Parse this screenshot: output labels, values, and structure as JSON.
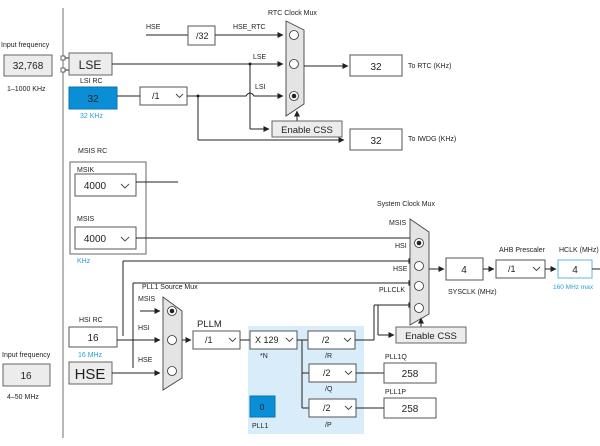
{
  "left_panel": {
    "lse_input": {
      "label": "Input frequency",
      "value": "32,768",
      "range": "1–1000 KHz"
    },
    "hse_input": {
      "label": "Input frequency",
      "value": "16",
      "range": "4–50 MHz"
    }
  },
  "lse": {
    "label": "LSE"
  },
  "lsi": {
    "title": "LSI RC",
    "value": "32",
    "unit": "32 KHz",
    "prescaler": "/1"
  },
  "hse_top": {
    "label": "HSE",
    "divider": "/32",
    "out_label": "HSE_RTC"
  },
  "rtc_mux": {
    "title": "RTC Clock Mux",
    "inputs": [
      "HSE_RTC",
      "LSE",
      "LSI"
    ],
    "selected_index": 2,
    "enable_css": "Enable CSS",
    "rtc_out": {
      "value": "32",
      "label": "To RTC (KHz)"
    },
    "iwdg_out": {
      "value": "32",
      "label": "To IWDG (KHz)"
    }
  },
  "msis_rc": {
    "title": "MSIS RC",
    "msik": {
      "label": "MSIK",
      "value": "4000"
    },
    "msis": {
      "label": "MSIS",
      "value": "4000"
    },
    "unit": "KHz"
  },
  "hsi_rc": {
    "title": "HSI RC",
    "value": "16",
    "unit": "16 MHz"
  },
  "hse": {
    "label": "HSE"
  },
  "pll_source_mux": {
    "title": "PLL1 Source Mux",
    "inputs": [
      "MSIS",
      "HSI",
      "HSE"
    ],
    "selected_index": 0
  },
  "pll": {
    "pllm_label": "PLLM",
    "pllm": "/1",
    "n_value": "X 129",
    "n_label": "*N",
    "r_value": "/2",
    "r_label": "/R",
    "q_value": "/2",
    "q_label": "/Q",
    "p_value": "/2",
    "p_label": "/P",
    "pll1q": {
      "label": "PLL1Q",
      "value": "258"
    },
    "pll1p": {
      "label": "PLL1P",
      "value": "258"
    },
    "pll1_state": "0",
    "pll1_label": "PLL1"
  },
  "sys_mux": {
    "title": "System Clock Mux",
    "inputs": [
      "MSIS",
      "HSI",
      "HSE",
      "PLLCLK"
    ],
    "selected_index": 0,
    "enable_css": "Enable CSS"
  },
  "sysclk": {
    "value": "4",
    "label": "SYSCLK (MHz)"
  },
  "ahb": {
    "label": "AHB Prescaler",
    "value": "/1"
  },
  "hclk": {
    "label": "HCLK (MHz)",
    "value": "4",
    "max": "160 MHz max"
  },
  "colors": {
    "accent_blue": "#0a8fd6",
    "pll_region": "#d9ecfa",
    "hint_text": "#2a9fd8"
  }
}
